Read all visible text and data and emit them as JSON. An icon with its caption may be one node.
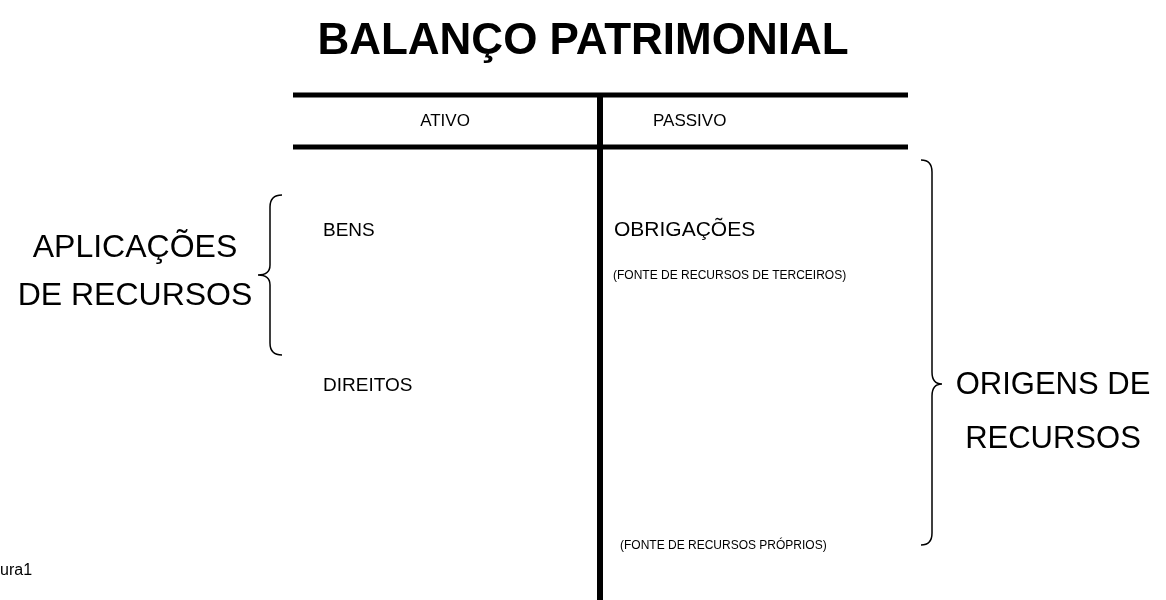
{
  "diagram": {
    "title": "BALANÇO PATRIMONIAL",
    "labels": [
      "ATIVO",
      "PASSIVO",
      "APLICAÇÕES DE RECURSOS",
      "BENS",
      "OBRIGAÇÕES",
      "(FONTE DE RECURSOS DE TERCEIROS)",
      "DIREITOS",
      "ORIGENS DE RECURSOS",
      "(FONTE DE RECURSOS PRÓPRIOS)",
      "ura1"
    ]
  }
}
